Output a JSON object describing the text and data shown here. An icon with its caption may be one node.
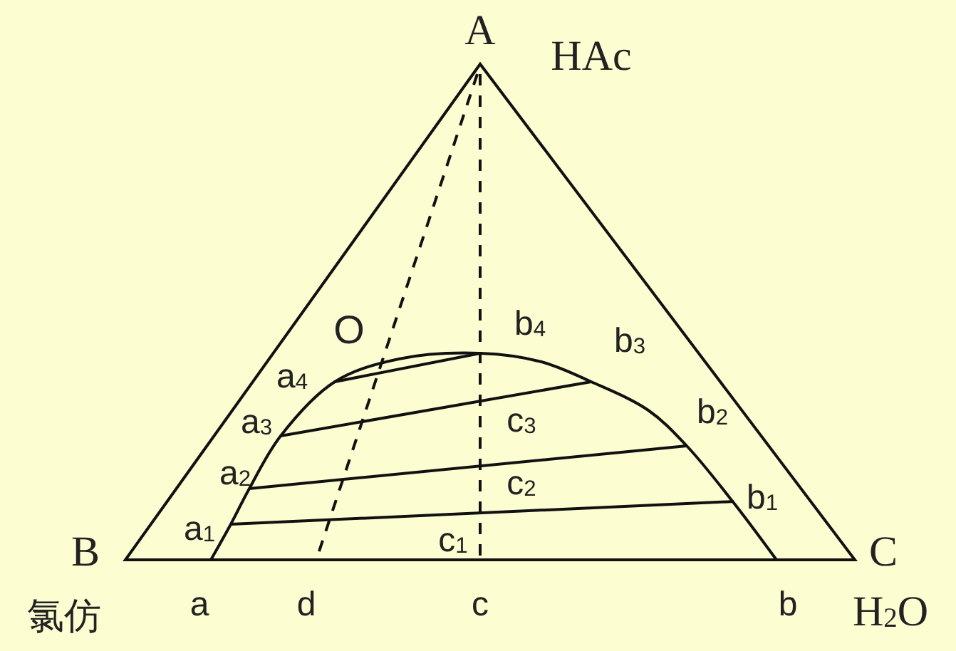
{
  "diagram": {
    "labels": [
      "A",
      "HAc",
      "O",
      "b$_{4}$",
      "b$_{3}$",
      "a$_{4}$",
      "a$_{3}$",
      "c$_{3}$",
      "b$_{2}$",
      "a$_{2}$",
      "c$_{2}$",
      "b$_{1}$",
      "a$_{1}$",
      "c$_{1}$",
      "B",
      "C",
      "氯仿",
      "a",
      "d",
      "c",
      "b",
      "H$_{2}$O"
    ]
  }
}
